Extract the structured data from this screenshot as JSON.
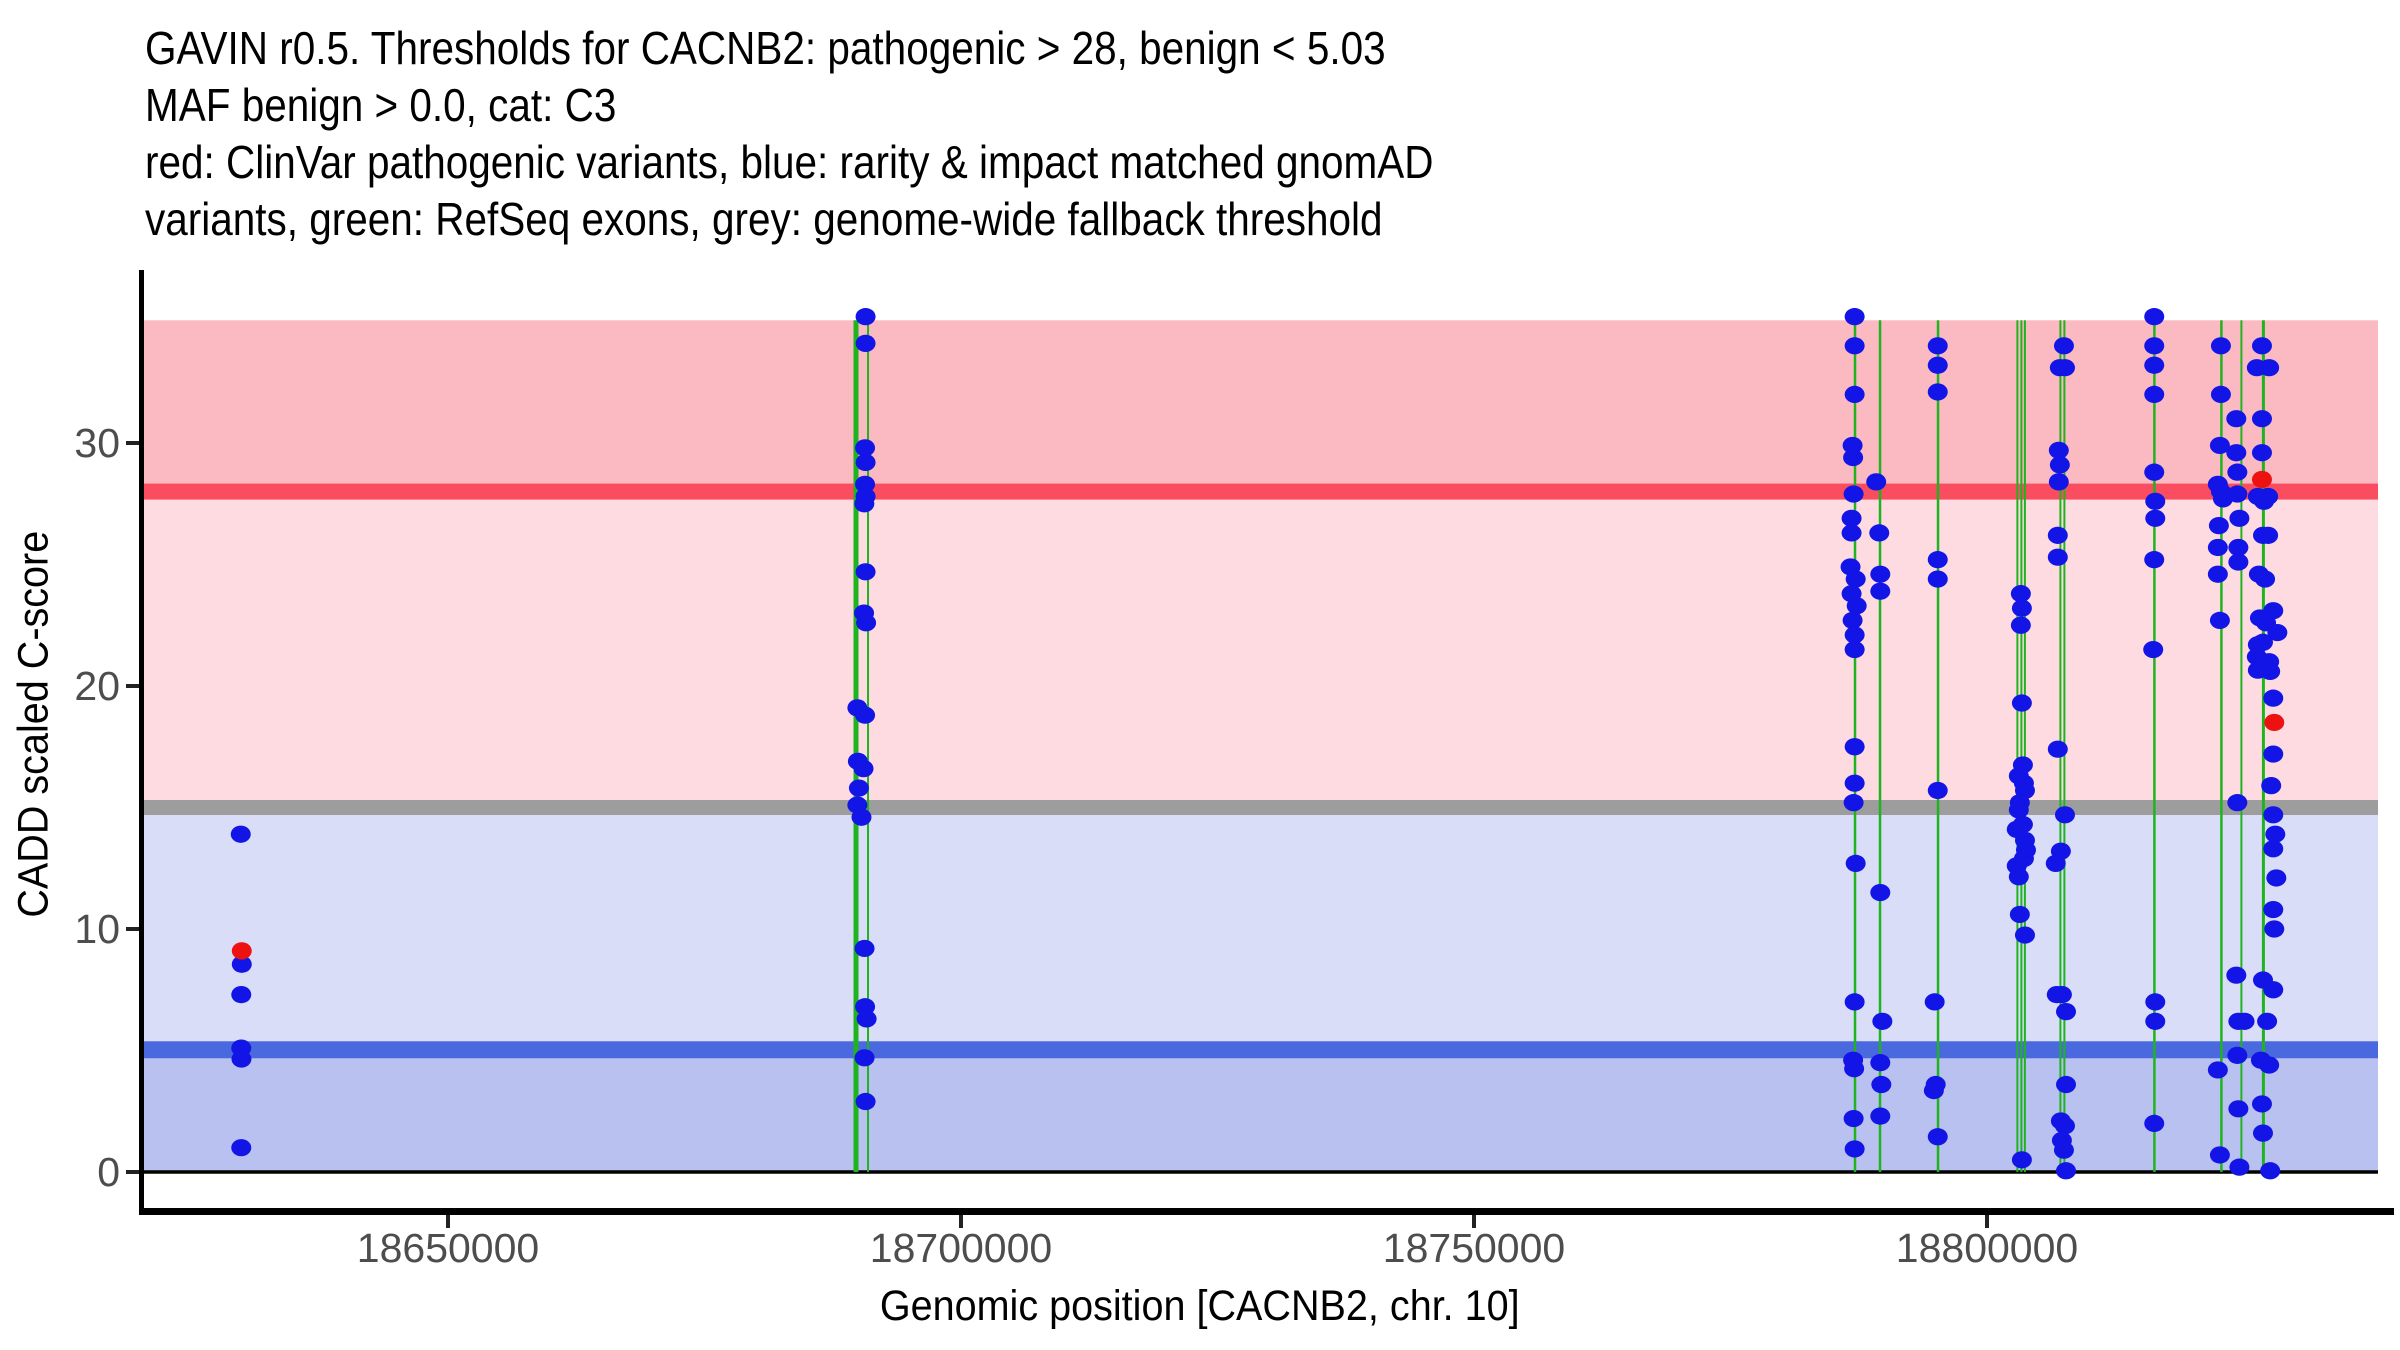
{
  "title": {
    "line1": "GAVIN r0.5. Thresholds for CACNB2: pathogenic > 28, benign < 5.03",
    "line2": "MAF benign > 0.0, cat: C3",
    "line3": "red: ClinVar pathogenic variants, blue: rarity & impact matched gnomAD",
    "line4": "variants, green: RefSeq exons, grey: genome-wide fallback threshold"
  },
  "axes": {
    "x_label": "Genomic position [CACNB2, chr. 10]",
    "y_label": "CADD scaled C-score"
  },
  "chart_data": {
    "type": "scatter",
    "title": "GAVIN r0.5. Thresholds for CACNB2: pathogenic > 28, benign < 5.03 MAF benign > 0.0, cat: C3",
    "xlabel": "Genomic position [CACNB2, chr. 10]",
    "ylabel": "CADD scaled C-score",
    "xlim": [
      18620000,
      18838300
    ],
    "ylim": [
      0,
      35.05
    ],
    "x_ticks": [
      {
        "value": 18650000,
        "label": "18650000"
      },
      {
        "value": 18700000,
        "label": "18700000"
      },
      {
        "value": 18750000,
        "label": "18750000"
      },
      {
        "value": 18800000,
        "label": "18800000"
      }
    ],
    "y_ticks": [
      {
        "value": 30,
        "label": "30"
      },
      {
        "value": 20,
        "label": "20"
      },
      {
        "value": 10,
        "label": "10"
      },
      {
        "value": 0,
        "label": "0"
      }
    ],
    "regions": [
      {
        "name": "pathogenic-region",
        "lo": 28,
        "hi": 35.05,
        "color": "#fbb9c1"
      },
      {
        "name": "vus-upper-region",
        "lo": 15,
        "hi": 28,
        "color": "#fddbe1"
      },
      {
        "name": "vus-lower-region",
        "lo": 5.03,
        "hi": 15,
        "color": "#d9ddf8"
      },
      {
        "name": "benign-region",
        "lo": 0,
        "hi": 5.03,
        "color": "#b9c1f0"
      }
    ],
    "thresholds": [
      {
        "name": "pathogenic-threshold",
        "value": 28,
        "color": "#fa4d60",
        "thickness": 16
      },
      {
        "name": "fallback-threshold",
        "value": 15,
        "color": "#9d9d9d",
        "thickness": 15
      },
      {
        "name": "benign-threshold",
        "value": 5.03,
        "color": "#4a69de",
        "thickness": 17
      }
    ],
    "baseline": {
      "name": "zero-line",
      "value": 0,
      "color": "#000000",
      "thickness": 3.5
    },
    "exons": [
      {
        "pos": 18689767,
        "width": 5
      },
      {
        "pos": 18690937,
        "width": 2
      },
      {
        "pos": 18787136,
        "width": 2.5
      },
      {
        "pos": 18789573,
        "width": 2.5
      },
      {
        "pos": 18795227,
        "width": 2.5
      },
      {
        "pos": 18802962,
        "width": 2
      },
      {
        "pos": 18803352,
        "width": 2
      },
      {
        "pos": 18803693,
        "width": 2
      },
      {
        "pos": 18807153,
        "width": 2
      },
      {
        "pos": 18807543,
        "width": 2
      },
      {
        "pos": 18816316,
        "width": 2.5
      },
      {
        "pos": 18822847,
        "width": 2.5
      },
      {
        "pos": 18824796,
        "width": 2
      },
      {
        "pos": 18826940,
        "width": 3
      }
    ],
    "exon_color": "#1fb41f",
    "series": [
      {
        "name": "gnomad-matched-variants",
        "color": "#1215e6",
        "points": [
          [
            18629800,
            13.9
          ],
          [
            18629900,
            8.55
          ],
          [
            18629850,
            7.3
          ],
          [
            18629850,
            5.1
          ],
          [
            18629870,
            4.65
          ],
          [
            18629850,
            1.0
          ],
          [
            18690700,
            35.2
          ],
          [
            18690700,
            34.1
          ],
          [
            18690650,
            29.8
          ],
          [
            18690700,
            29.2
          ],
          [
            18690650,
            28.3
          ],
          [
            18690700,
            27.8
          ],
          [
            18690580,
            27.5
          ],
          [
            18690700,
            24.7
          ],
          [
            18690550,
            23.0
          ],
          [
            18690750,
            22.6
          ],
          [
            18689900,
            19.1
          ],
          [
            18690650,
            18.8
          ],
          [
            18689950,
            16.9
          ],
          [
            18690500,
            16.6
          ],
          [
            18690050,
            15.8
          ],
          [
            18689900,
            15.1
          ],
          [
            18690300,
            14.6
          ],
          [
            18690600,
            9.2
          ],
          [
            18690650,
            6.8
          ],
          [
            18690800,
            6.3
          ],
          [
            18690600,
            4.7
          ],
          [
            18690700,
            2.9
          ],
          [
            18787100,
            35.2
          ],
          [
            18787100,
            34.0
          ],
          [
            18787100,
            32.0
          ],
          [
            18786900,
            29.9
          ],
          [
            18786950,
            29.4
          ],
          [
            18787000,
            27.9
          ],
          [
            18786800,
            26.9
          ],
          [
            18786800,
            26.3
          ],
          [
            18786700,
            24.9
          ],
          [
            18787200,
            24.4
          ],
          [
            18786800,
            23.8
          ],
          [
            18787300,
            23.3
          ],
          [
            18786900,
            22.7
          ],
          [
            18787100,
            22.1
          ],
          [
            18787100,
            21.5
          ],
          [
            18787100,
            17.5
          ],
          [
            18787100,
            16.0
          ],
          [
            18787000,
            15.2
          ],
          [
            18787200,
            12.7
          ],
          [
            18787100,
            7.0
          ],
          [
            18786950,
            4.6
          ],
          [
            18787050,
            4.25
          ],
          [
            18787000,
            2.2
          ],
          [
            18787100,
            0.95
          ],
          [
            18789200,
            28.4
          ],
          [
            18789500,
            26.3
          ],
          [
            18789600,
            24.6
          ],
          [
            18789600,
            23.9
          ],
          [
            18789600,
            11.5
          ],
          [
            18789800,
            6.2
          ],
          [
            18789600,
            4.5
          ],
          [
            18789700,
            3.6
          ],
          [
            18789600,
            2.3
          ],
          [
            18795200,
            34.0
          ],
          [
            18795200,
            33.2
          ],
          [
            18795200,
            32.1
          ],
          [
            18795200,
            25.2
          ],
          [
            18795200,
            24.4
          ],
          [
            18795200,
            15.7
          ],
          [
            18794900,
            7.0
          ],
          [
            18795000,
            3.6
          ],
          [
            18794820,
            3.35
          ],
          [
            18795200,
            1.45
          ],
          [
            18803300,
            23.8
          ],
          [
            18803400,
            23.2
          ],
          [
            18803300,
            22.5
          ],
          [
            18803400,
            19.3
          ],
          [
            18803500,
            16.75
          ],
          [
            18803100,
            16.3
          ],
          [
            18803600,
            16.0
          ],
          [
            18803700,
            15.7
          ],
          [
            18803200,
            15.2
          ],
          [
            18803100,
            14.9
          ],
          [
            18803500,
            14.3
          ],
          [
            18802900,
            14.1
          ],
          [
            18803700,
            13.65
          ],
          [
            18803800,
            13.25
          ],
          [
            18803600,
            12.9
          ],
          [
            18802900,
            12.6
          ],
          [
            18803100,
            12.15
          ],
          [
            18803200,
            10.6
          ],
          [
            18803700,
            9.75
          ],
          [
            18803400,
            0.5
          ],
          [
            18807500,
            34.0
          ],
          [
            18807100,
            33.1
          ],
          [
            18807600,
            33.1
          ],
          [
            18807000,
            29.7
          ],
          [
            18807100,
            29.1
          ],
          [
            18807000,
            28.4
          ],
          [
            18806900,
            26.2
          ],
          [
            18806900,
            25.3
          ],
          [
            18806900,
            17.4
          ],
          [
            18807600,
            14.7
          ],
          [
            18807200,
            13.2
          ],
          [
            18806700,
            12.7
          ],
          [
            18807300,
            7.3
          ],
          [
            18806800,
            7.3
          ],
          [
            18807700,
            6.6
          ],
          [
            18807700,
            3.6
          ],
          [
            18807200,
            2.1
          ],
          [
            18807600,
            1.9
          ],
          [
            18807300,
            1.3
          ],
          [
            18807500,
            0.9
          ],
          [
            18807700,
            0.05
          ],
          [
            18816300,
            35.2
          ],
          [
            18816300,
            34.0
          ],
          [
            18816300,
            33.2
          ],
          [
            18816300,
            32.0
          ],
          [
            18816300,
            28.8
          ],
          [
            18816400,
            27.6
          ],
          [
            18816400,
            26.9
          ],
          [
            18816300,
            25.2
          ],
          [
            18816200,
            21.5
          ],
          [
            18816400,
            7.0
          ],
          [
            18816400,
            6.2
          ],
          [
            18816300,
            2.0
          ],
          [
            18822800,
            34.0
          ],
          [
            18822800,
            32.0
          ],
          [
            18822700,
            29.9
          ],
          [
            18822500,
            28.3
          ],
          [
            18822800,
            28.0
          ],
          [
            18823000,
            27.7
          ],
          [
            18822600,
            26.6
          ],
          [
            18822500,
            25.7
          ],
          [
            18822500,
            24.6
          ],
          [
            18822700,
            22.7
          ],
          [
            18822500,
            4.2
          ],
          [
            18822700,
            0.7
          ],
          [
            18826800,
            34.0
          ],
          [
            18826300,
            33.1
          ],
          [
            18827500,
            33.1
          ],
          [
            18824300,
            31.0
          ],
          [
            18826800,
            31.0
          ],
          [
            18824300,
            29.6
          ],
          [
            18826800,
            29.6
          ],
          [
            18824400,
            28.8
          ],
          [
            18824400,
            27.9
          ],
          [
            18826400,
            27.8
          ],
          [
            18827000,
            27.6
          ],
          [
            18827400,
            27.8
          ],
          [
            18824600,
            26.9
          ],
          [
            18826900,
            26.2
          ],
          [
            18827400,
            26.2
          ],
          [
            18824500,
            25.7
          ],
          [
            18824500,
            25.1
          ],
          [
            18826500,
            24.6
          ],
          [
            18827100,
            24.4
          ],
          [
            18827900,
            23.1
          ],
          [
            18826600,
            22.8
          ],
          [
            18827200,
            22.6
          ],
          [
            18828300,
            22.2
          ],
          [
            18826900,
            21.8
          ],
          [
            18826400,
            21.7
          ],
          [
            18826300,
            21.2
          ],
          [
            18827500,
            21.0
          ],
          [
            18826400,
            20.65
          ],
          [
            18827600,
            20.6
          ],
          [
            18827900,
            19.5
          ],
          [
            18827900,
            17.2
          ],
          [
            18827700,
            15.9
          ],
          [
            18824400,
            15.2
          ],
          [
            18827900,
            14.7
          ],
          [
            18828100,
            13.9
          ],
          [
            18827900,
            13.3
          ],
          [
            18828200,
            12.1
          ],
          [
            18827900,
            10.8
          ],
          [
            18828000,
            10.0
          ],
          [
            18824300,
            8.1
          ],
          [
            18826900,
            7.9
          ],
          [
            18827900,
            7.5
          ],
          [
            18827300,
            6.2
          ],
          [
            18824500,
            6.2
          ],
          [
            18825100,
            6.2
          ],
          [
            18824400,
            4.8
          ],
          [
            18826700,
            4.6
          ],
          [
            18827500,
            4.4
          ],
          [
            18826800,
            2.8
          ],
          [
            18824500,
            2.6
          ],
          [
            18826900,
            1.6
          ],
          [
            18824600,
            0.2
          ],
          [
            18827600,
            0.05
          ]
        ]
      },
      {
        "name": "clinvar-pathogenic-variants",
        "color": "#ee1111",
        "points": [
          [
            18629900,
            9.1
          ],
          [
            18826800,
            28.5
          ],
          [
            18828000,
            18.5
          ]
        ]
      }
    ],
    "legend_position": "none",
    "grid": false
  }
}
